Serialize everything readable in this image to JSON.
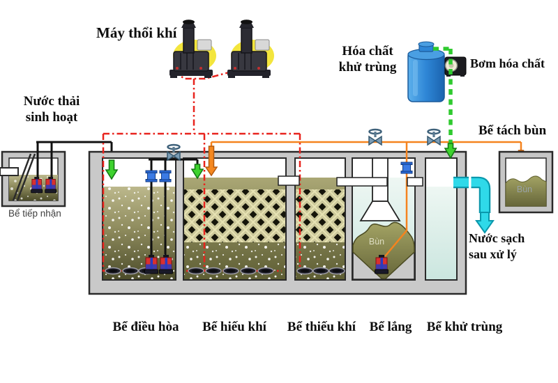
{
  "labels": {
    "air_blower": "Máy thổi khí",
    "influent_line1": "Nước thải",
    "influent_line2": "sinh hoạt",
    "chemical_line1": "Hóa chất",
    "chemical_line2": "khử trùng",
    "chemical_pump": "Bơm hóa chất",
    "sludge_separation_tank": "Bể tách bùn",
    "receiving_tank": "Bể tiếp nhận",
    "sludge_in_clarifier": "Bùn",
    "sludge_in_separator": "Bùn",
    "effluent_line1": "Nước sạch",
    "effluent_line2": "sau xử lý"
  },
  "process_tanks": [
    {
      "label": "Bể điều hòa"
    },
    {
      "label": "Bể hiếu khí"
    },
    {
      "label": "Bể thiếu khí"
    },
    {
      "label": "Bể lắng"
    },
    {
      "label": "Bể khử trùng"
    }
  ],
  "colors": {
    "air_line_red": "#e8231d",
    "sludge_line_orange": "#f5831e",
    "chemical_line_green": "#2fca2f",
    "effluent_cyan": "#2fd9e9",
    "chemical_tank_blue": "#2e86d6",
    "wastewater_olive": "#8f8c5e",
    "clarified_water": "#d9ece6",
    "concrete_gray": "#c9c9c9"
  }
}
